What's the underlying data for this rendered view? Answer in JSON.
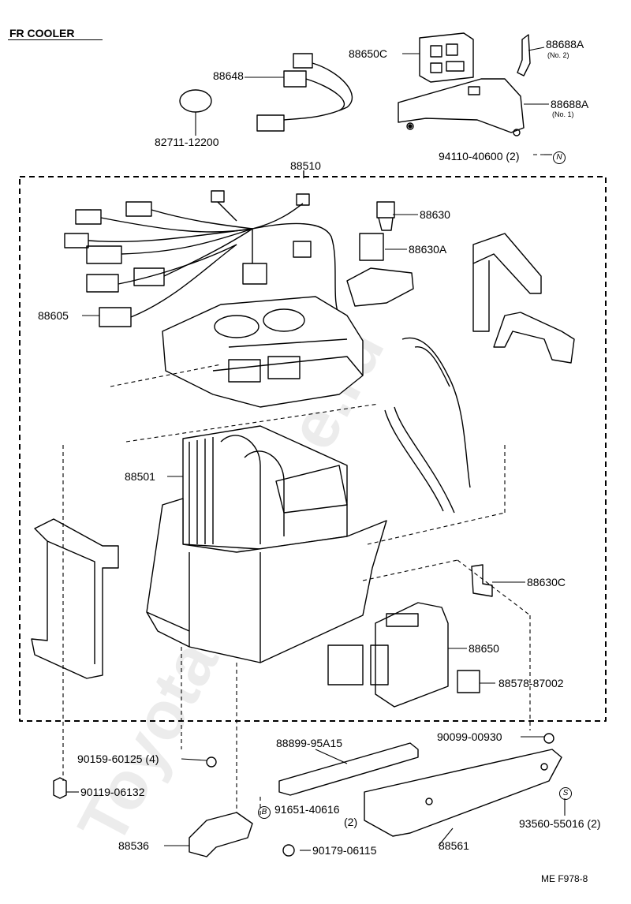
{
  "title": "FR COOLER",
  "figure_code": "ME F978-8",
  "watermark": "ToyotaCarMine.ru",
  "labels": {
    "p88650C": "88650C",
    "p88688A_2": "88688A",
    "p88688A_2_sub": "(No. 2)",
    "p88648": "88648",
    "p88688A_1": "88688A",
    "p88688A_1_sub": "(No. 1)",
    "p82711": "82711-12200",
    "p94110": "94110-40600 (2)",
    "p94110_mark": "N",
    "p88510": "88510",
    "p88630": "88630",
    "p88630A": "88630A",
    "p88605": "88605",
    "p88501": "88501",
    "p88630C": "88630C",
    "p88650": "88650",
    "p88578": "88578-87002",
    "p90099": "90099-00930",
    "p88899": "88899-95A15",
    "p90159": "90159-60125 (4)",
    "p90119": "90119-06132",
    "p91651": "91651-40616",
    "p91651_qty": "(2)",
    "p91651_mark": "B",
    "p93560": "93560-55016 (2)",
    "p93560_mark": "S",
    "p88536": "88536",
    "p90179": "90179-06115",
    "p88561": "88561"
  }
}
